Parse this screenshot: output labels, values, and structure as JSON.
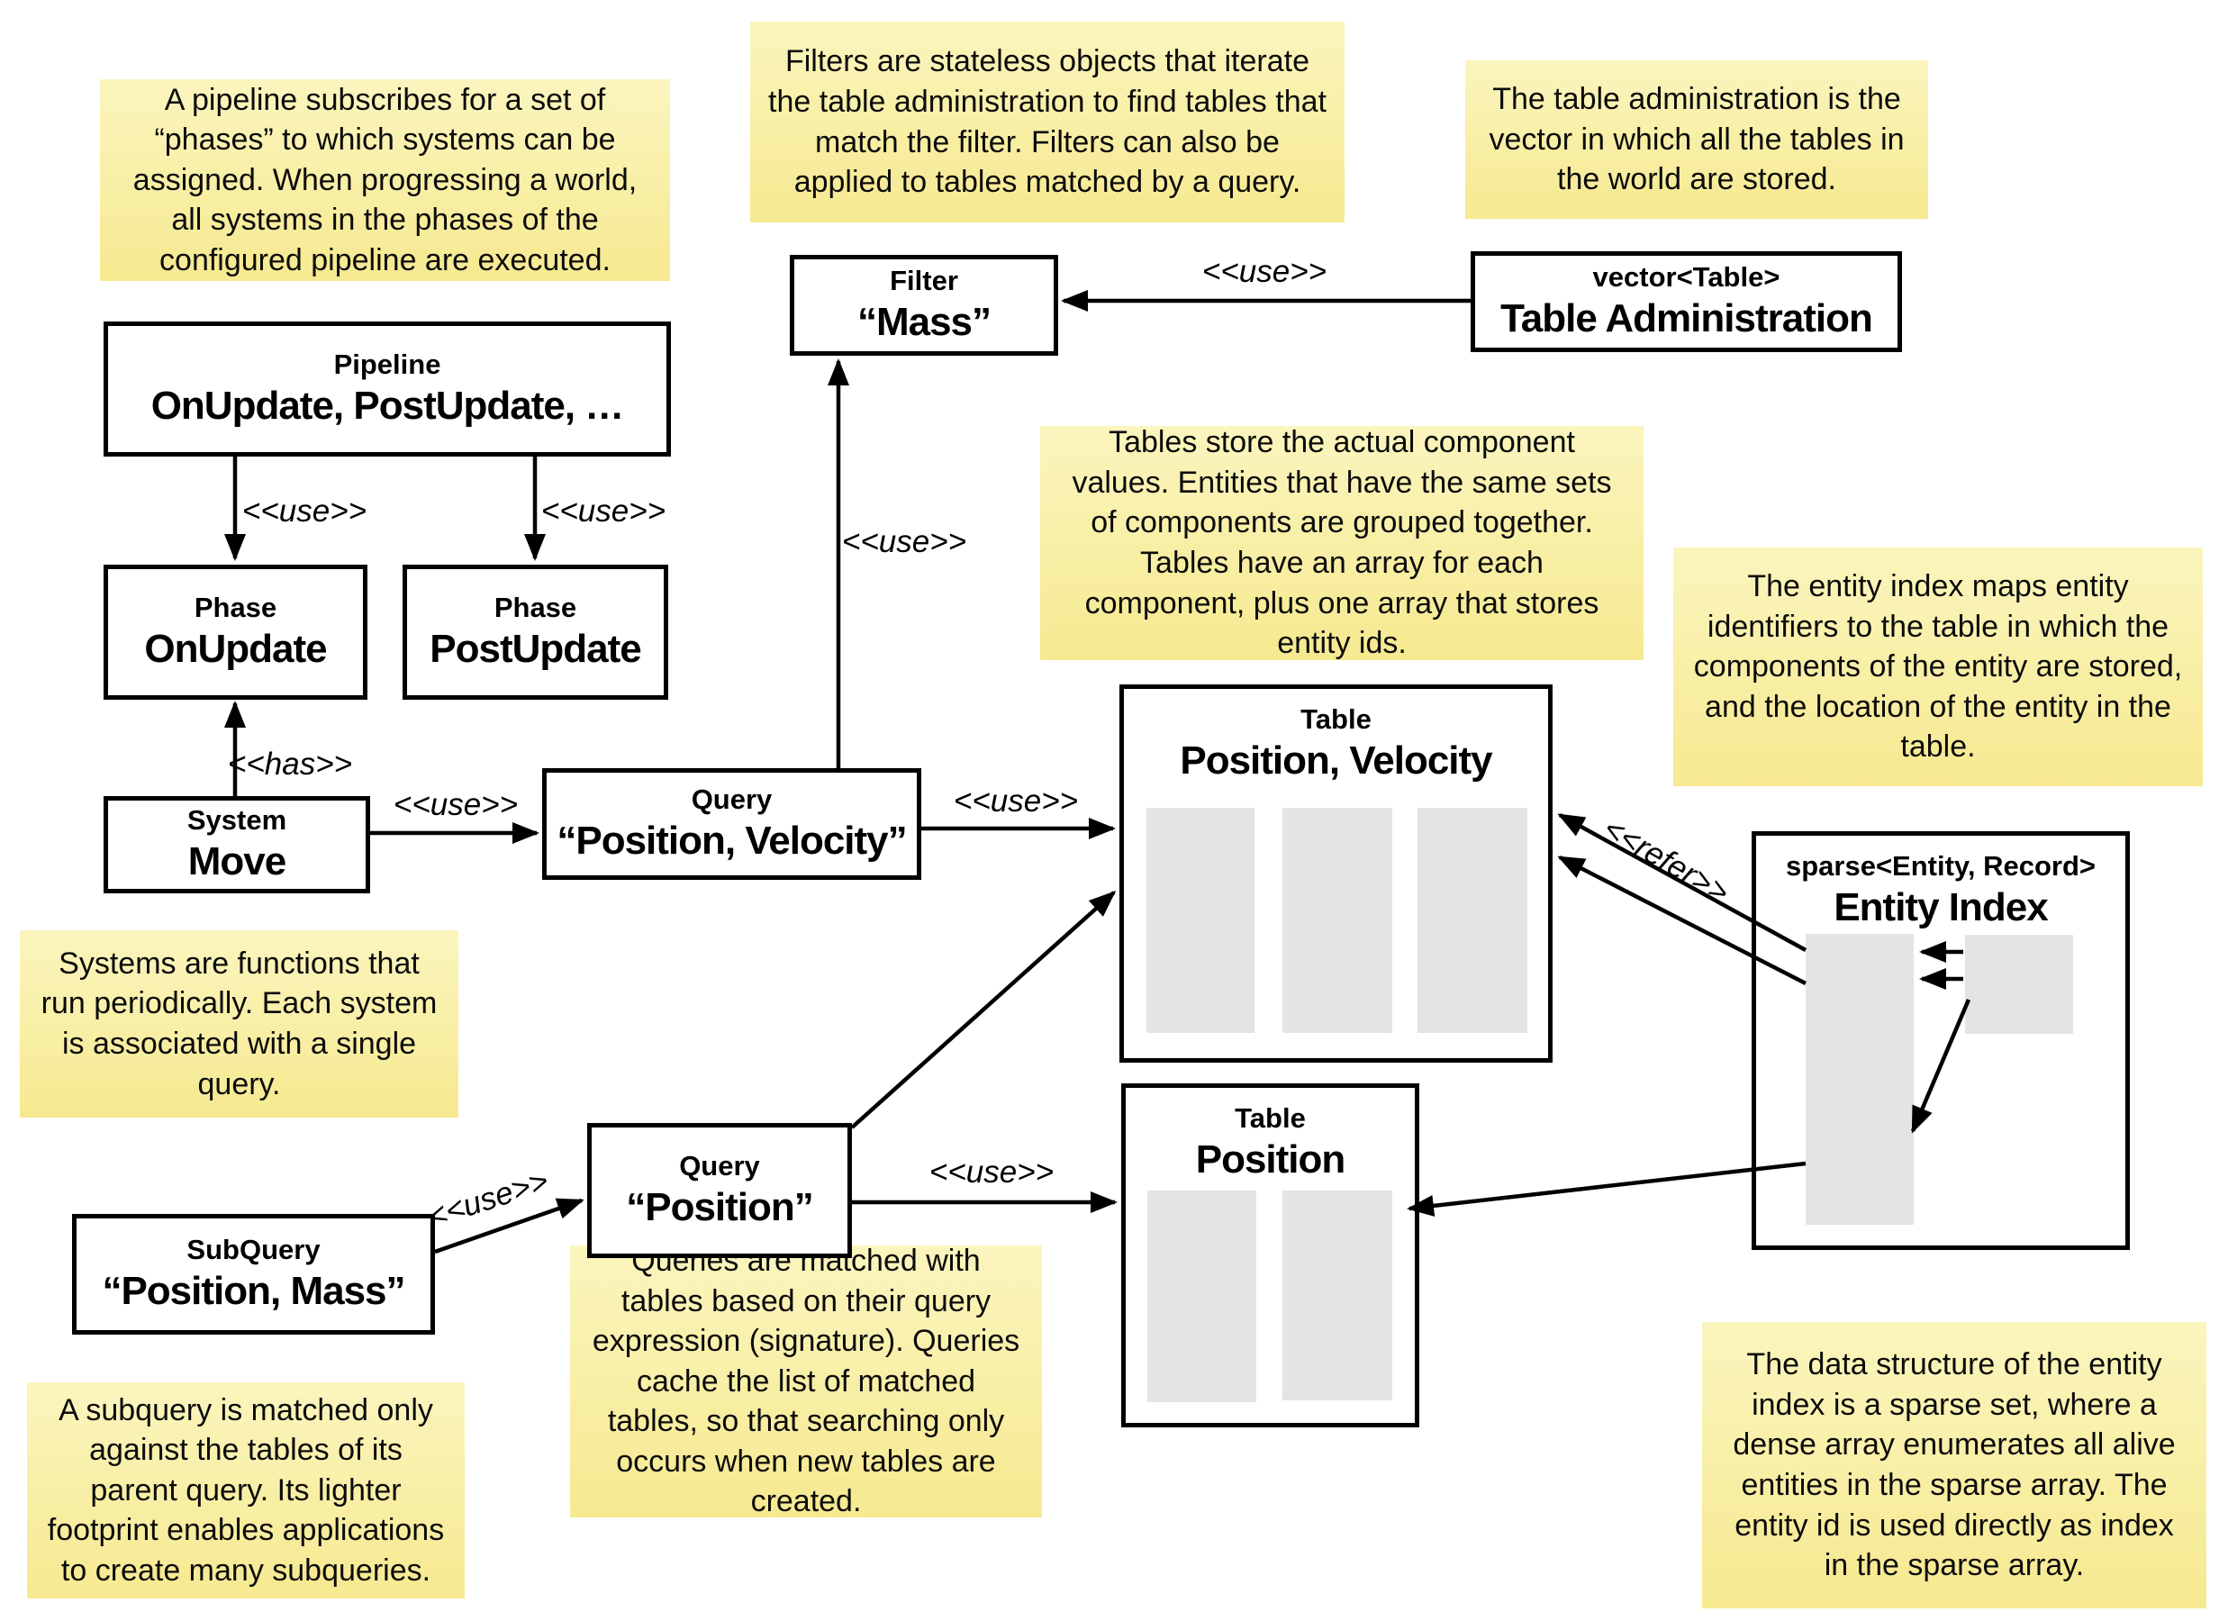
{
  "colors": {
    "note_background_top": "#FBF5BE",
    "note_background_bottom": "#F6E990",
    "array_fill": "#E4E4E4",
    "line": "#000000",
    "node_background": "#FFFFFF",
    "page_background": "#FFFFFF"
  },
  "notes": {
    "pipeline": {
      "text": "A pipeline subscribes for a set of “phases” to which systems can be assigned. When progressing a world, all systems in the phases of the configured pipeline are executed."
    },
    "filters": {
      "text": "Filters are stateless objects that iterate the table administration to find tables that match the filter. Filters can also be applied to tables matched by a query."
    },
    "table_admin": {
      "text": "The table administration is the vector in which all the tables in the world are stored."
    },
    "tables": {
      "text": "Tables store the actual component values. Entities that have the same sets of components are grouped together. Tables have an array for each component, plus one array that stores entity ids."
    },
    "entity_index": {
      "text": "The entity index maps entity identifiers to the table in which the components of the entity are stored, and the location of the entity in the table."
    },
    "systems": {
      "text": "Systems are functions that run periodically. Each system is associated with a single query."
    },
    "queries": {
      "text": "Queries are matched with tables based on their query expression (signature). Queries cache the list of matched tables, so that searching only occurs when new tables are created."
    },
    "subquery": {
      "text": "A subquery is matched only against the tables of its parent query. Its lighter footprint enables applications to create many subqueries."
    },
    "data_structure": {
      "text": "The data structure of the entity index is a sparse set, where a dense array enumerates all alive entities in the sparse array. The entity id is used directly as index in the sparse array."
    }
  },
  "nodes": {
    "pipeline": {
      "stereotype": "Pipeline",
      "name": "OnUpdate, PostUpdate, …"
    },
    "phase_on": {
      "stereotype": "Phase",
      "name": "OnUpdate"
    },
    "phase_post": {
      "stereotype": "Phase",
      "name": "PostUpdate"
    },
    "filter": {
      "stereotype": "Filter",
      "name": "“Mass”"
    },
    "table_admin": {
      "stereotype": "vector<Table>",
      "name": "Table Administration"
    },
    "system": {
      "stereotype": "System",
      "name": "Move"
    },
    "query_pv": {
      "stereotype": "Query",
      "name": "“Position, Velocity”"
    },
    "table_pv": {
      "stereotype": "Table",
      "name": "Position, Velocity"
    },
    "query_p": {
      "stereotype": "Query",
      "name": "“Position”"
    },
    "subquery": {
      "stereotype": "SubQuery",
      "name": "“Position, Mass”"
    },
    "table_p": {
      "stereotype": "Table",
      "name": "Position"
    },
    "entity_index": {
      "stereotype": "sparse<Entity, Record>",
      "name": "Entity Index"
    }
  },
  "edge_labels": {
    "pipeline_onupdate": "<<use>>",
    "pipeline_postupdate": "<<use>>",
    "system_phase": "<<has>>",
    "system_query": "<<use>>",
    "query_filter": "<<use>>",
    "tableadmin_filter": "<<use>>",
    "querypv_tablepv": "<<use>>",
    "queryp_tablep": "<<use>>",
    "subquery_queryp": "<<use>>",
    "entityindex_tables": "<<refer>>"
  }
}
